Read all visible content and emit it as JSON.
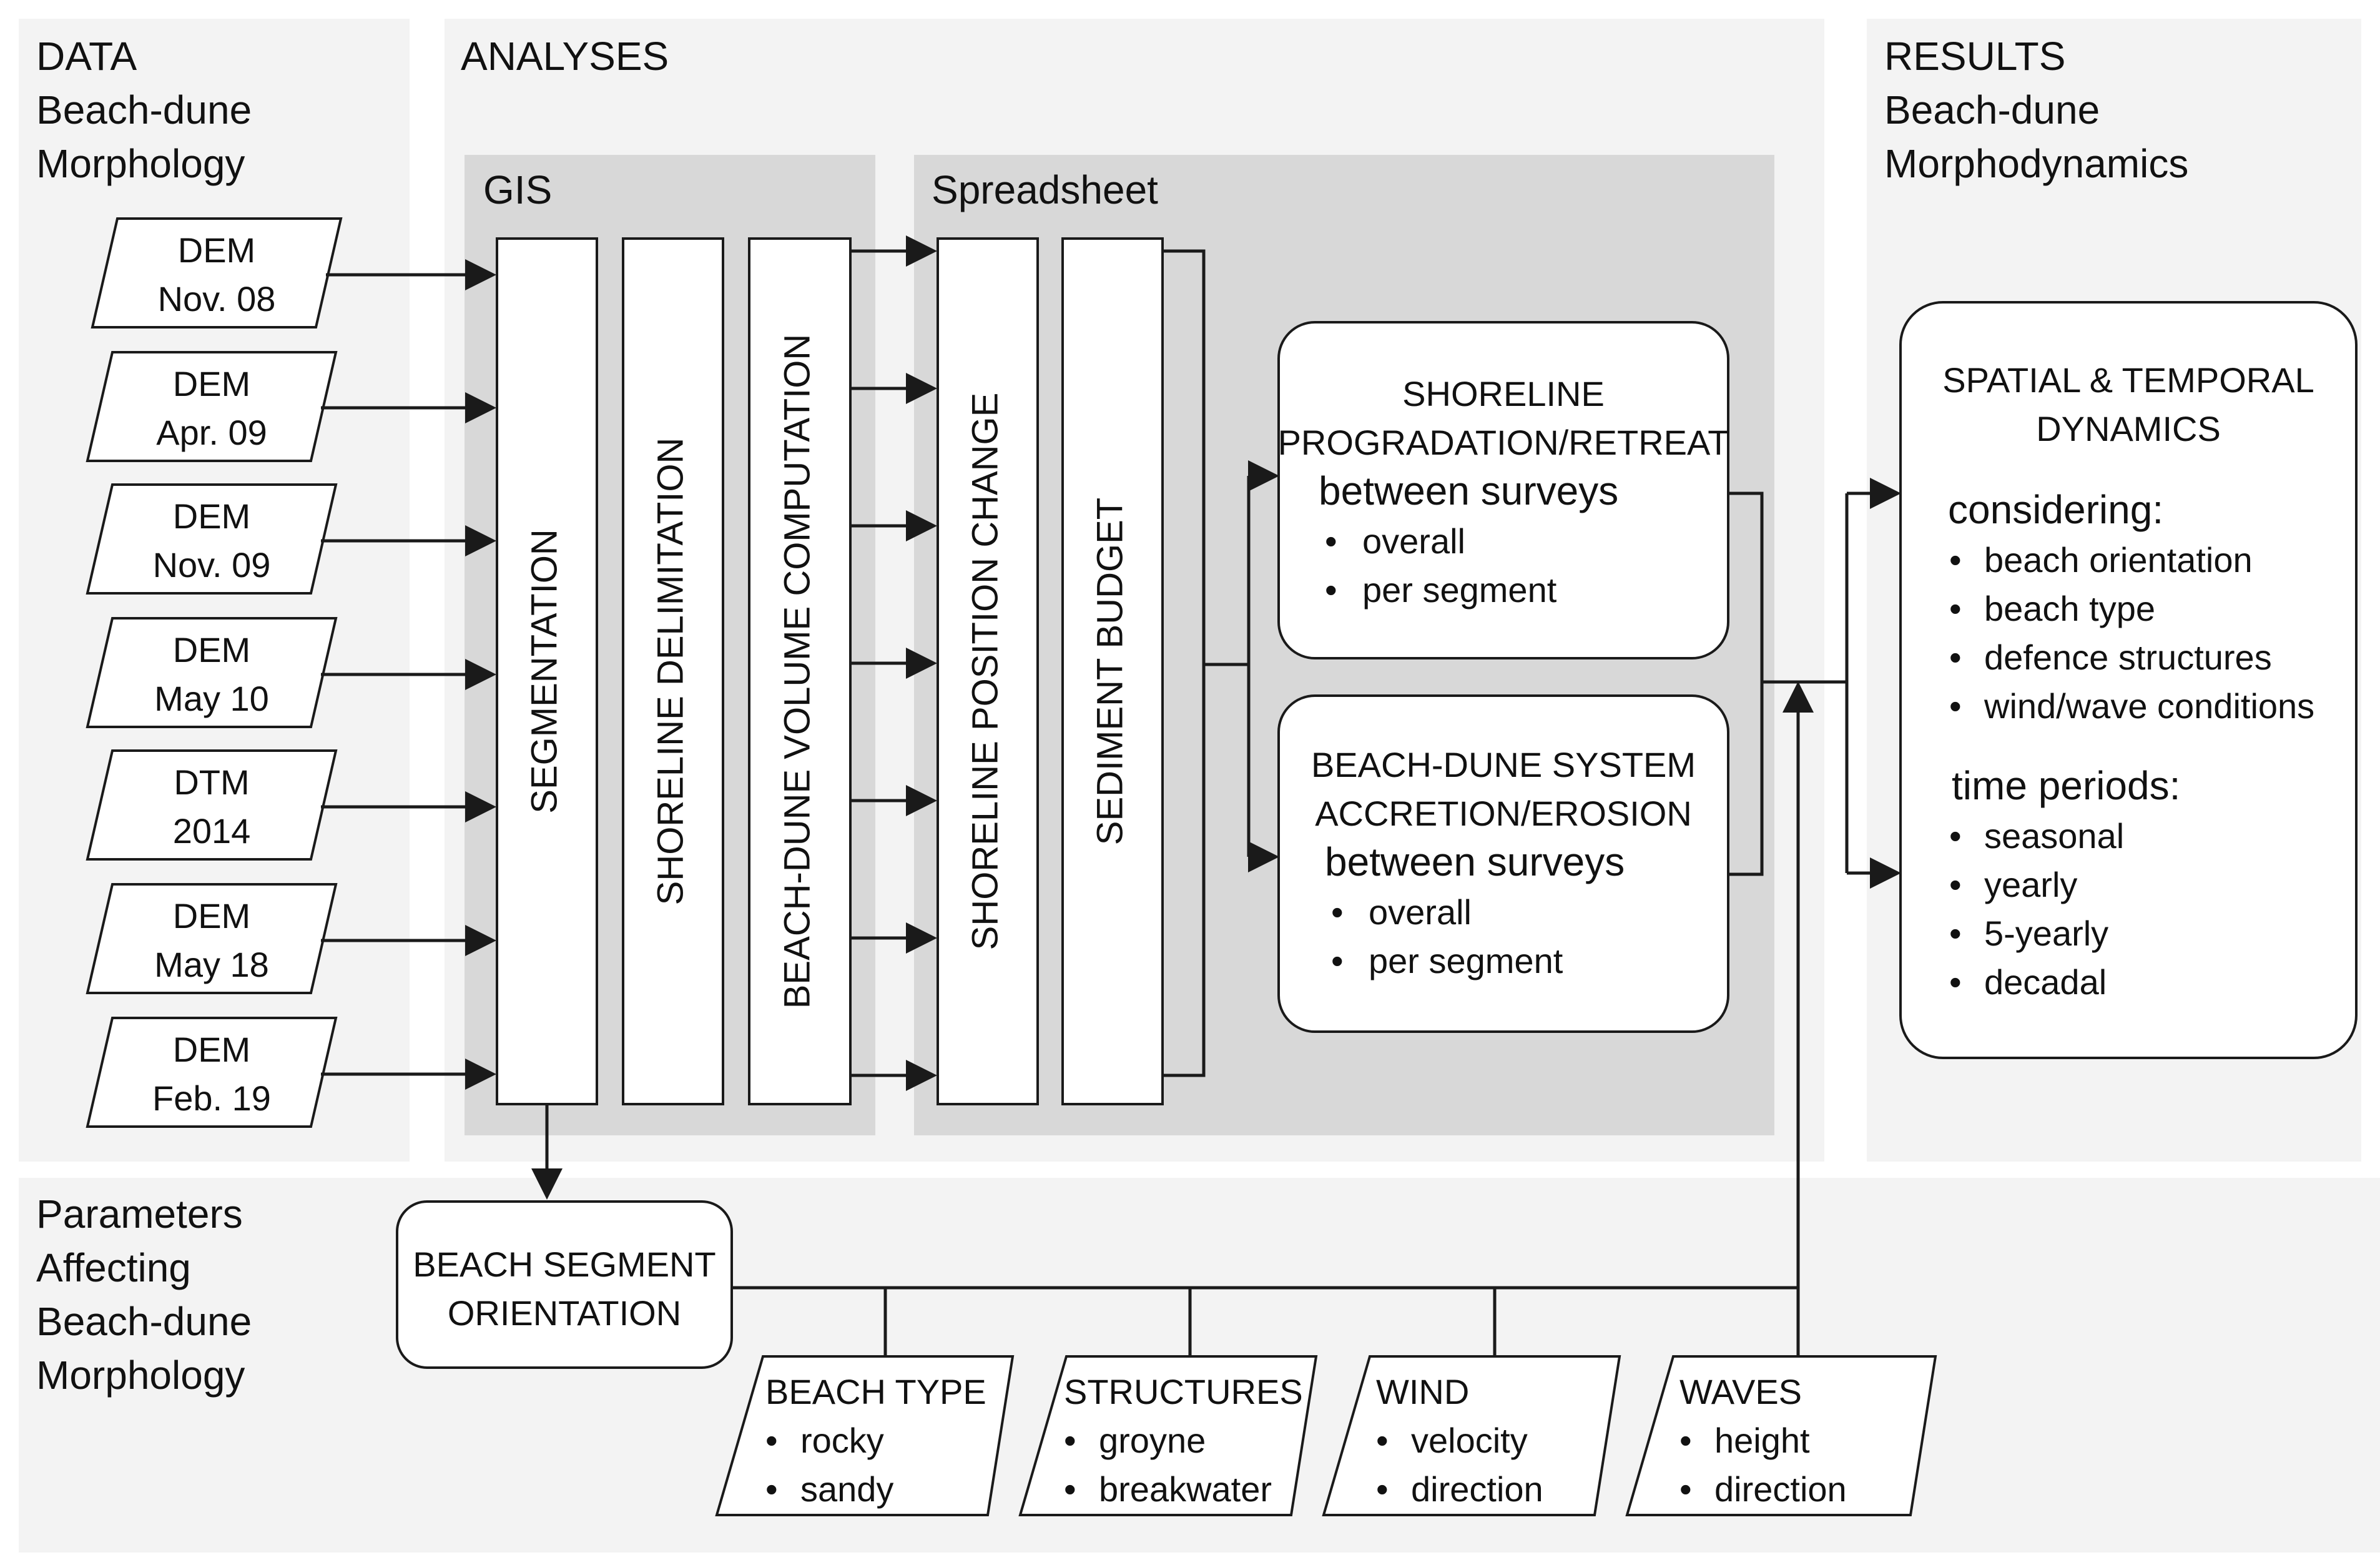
{
  "data": {
    "line1": "DATA",
    "line2": "Beach-dune",
    "line3": "Morphology",
    "inputs": [
      {
        "type": "DEM",
        "date": "Nov. 08"
      },
      {
        "type": "DEM",
        "date": "Apr. 09"
      },
      {
        "type": "DEM",
        "date": "Nov. 09"
      },
      {
        "type": "DEM",
        "date": "May 10"
      },
      {
        "type": "DTM",
        "date": "2014"
      },
      {
        "type": "DEM",
        "date": "May 18"
      },
      {
        "type": "DEM",
        "date": "Feb. 19"
      }
    ]
  },
  "analyses": {
    "title": "ANALYSES",
    "gis": {
      "title": "GIS",
      "steps": [
        "SEGMENTATION",
        "SHORELINE DELIMITATION",
        "BEACH-DUNE VOLUME COMPUTATION"
      ]
    },
    "spreadsheet": {
      "title": "Spreadsheet",
      "steps": [
        "SHORELINE POSITION CHANGE",
        "SEDIMENT BUDGET"
      ]
    },
    "shoreline_box": {
      "line1": "SHORELINE",
      "line2": "PROGRADATION/RETREAT",
      "line3": "between surveys",
      "bullets": [
        "overall",
        "per segment"
      ]
    },
    "beach_box": {
      "line1": "BEACH-DUNE SYSTEM",
      "line2": "ACCRETION/EROSION",
      "line3": "between surveys",
      "bullets": [
        "overall",
        "per segment"
      ]
    }
  },
  "results": {
    "line1": "RESULTS",
    "line2": "Beach-dune",
    "line3": "Morphodynamics",
    "box": {
      "line1": "SPATIAL & TEMPORAL",
      "line2": "DYNAMICS",
      "considering": "considering:",
      "considering_items": [
        "beach orientation",
        "beach type",
        "defence structures",
        "wind/wave conditions"
      ],
      "periods": "time periods:",
      "period_items": [
        "seasonal",
        "yearly",
        "5-yearly",
        "decadal"
      ]
    }
  },
  "parameters": {
    "line1": "Parameters",
    "line2": "Affecting",
    "line3": "Beach-dune",
    "line4": "Morphology",
    "orientation": {
      "line1": "BEACH SEGMENT",
      "line2": "ORIENTATION"
    },
    "factors": [
      {
        "title": "BEACH TYPE",
        "items": [
          "rocky",
          "sandy"
        ]
      },
      {
        "title": "STRUCTURES",
        "items": [
          "groyne",
          "breakwater"
        ]
      },
      {
        "title": "WIND",
        "items": [
          "velocity",
          "direction"
        ]
      },
      {
        "title": "WAVES",
        "items": [
          "height",
          "direction"
        ]
      }
    ]
  },
  "bullet": "•",
  "colors": {
    "panel": "#f3f3f3",
    "group": "#d8d8d8",
    "stroke": "#1a1a1a",
    "text": "#111111",
    "background": "#ffffff"
  }
}
